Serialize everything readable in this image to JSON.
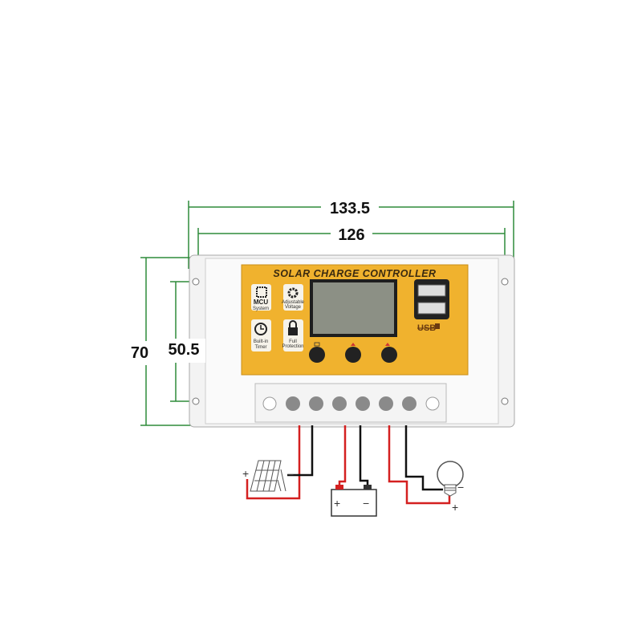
{
  "dimensions": {
    "overall_width": "133.5",
    "hole_spacing_width": "126",
    "overall_height": "70",
    "hole_spacing_height": "50.5"
  },
  "device": {
    "title": "SOLAR CHARGE CONTROLLER",
    "features": [
      {
        "icon": "chip-icon",
        "line1": "MCU",
        "line2": "System"
      },
      {
        "icon": "gear-icon",
        "line1": "Adjustable",
        "line2": "Voltage"
      },
      {
        "icon": "clock-icon",
        "line1": "Built-in",
        "line2": "Timer"
      },
      {
        "icon": "lock-icon",
        "line1": "Full",
        "line2": "Protection"
      }
    ],
    "usb_label": "USB"
  },
  "wiring": {
    "solar_plus": "+",
    "solar_minus": "−",
    "battery_plus": "+",
    "battery_minus": "−",
    "load_plus": "+",
    "load_minus": "−"
  },
  "colors": {
    "panel": "#f0b22e",
    "positive_wire": "#d42020",
    "negative_wire": "#111111",
    "dimension_line": "#2e8b3a"
  }
}
